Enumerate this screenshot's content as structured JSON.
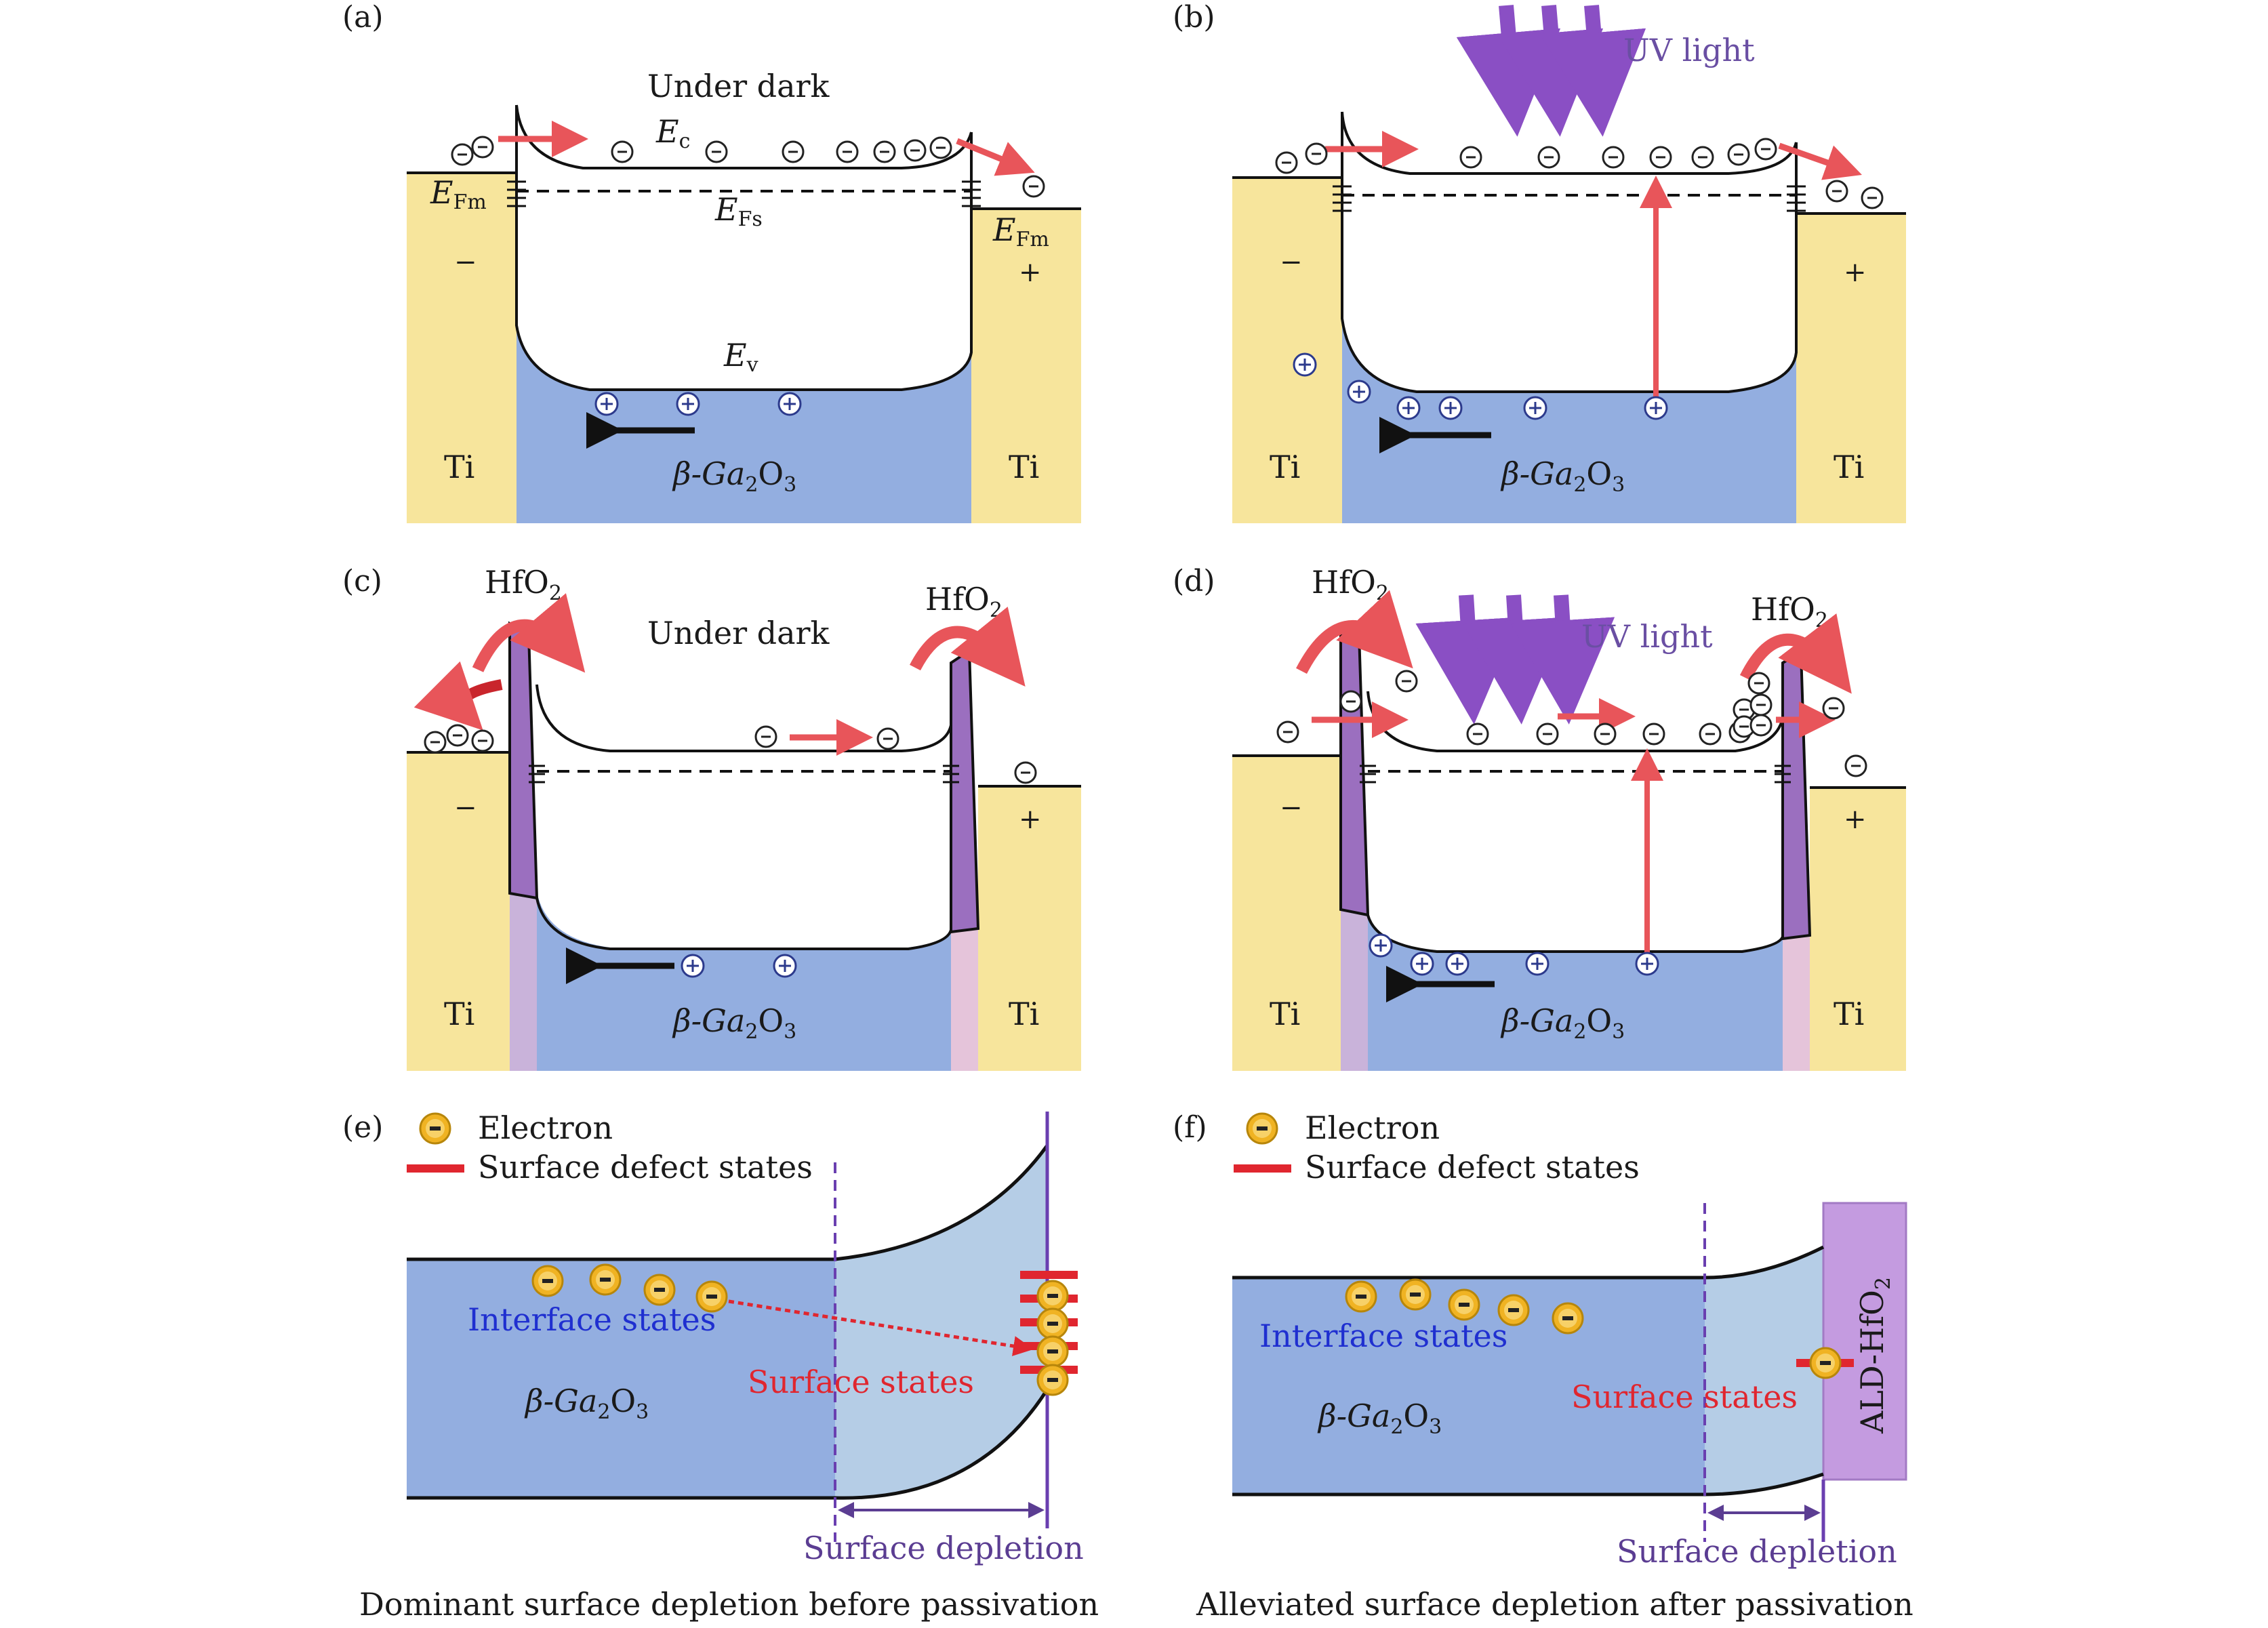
{
  "panels": {
    "a": {
      "tag": "(a)",
      "title": "Under dark",
      "ec": "E",
      "ec_sub": "c",
      "efs": "E",
      "efs_sub": "Fs",
      "efm": "E",
      "efm_sub": "Fm",
      "ev": "E",
      "ev_sub": "v",
      "metal_left": "Ti",
      "metal_right": "Ti",
      "semi": "β-Ga",
      "semi_sub1": "2",
      "semi_o": "O",
      "semi_sub2": "3",
      "minus": "−",
      "plus": "+"
    },
    "b": {
      "tag": "(b)",
      "uv": "UV light",
      "metal_left": "Ti",
      "metal_right": "Ti",
      "semi": "β-Ga",
      "semi_sub1": "2",
      "semi_o": "O",
      "semi_sub2": "3",
      "minus": "−",
      "plus": "+"
    },
    "c": {
      "tag": "(c)",
      "title": "Under dark",
      "oxide_left": "HfO",
      "oxide_left_sub": "2",
      "oxide_right": "HfO",
      "oxide_right_sub": "2",
      "metal_left": "Ti",
      "metal_right": "Ti",
      "semi": "β-Ga",
      "semi_sub1": "2",
      "semi_o": "O",
      "semi_sub2": "3",
      "minus": "−",
      "plus": "+"
    },
    "d": {
      "tag": "(d)",
      "uv": "UV light",
      "oxide_left": "HfO",
      "oxide_left_sub": "2",
      "oxide_right": "HfO",
      "oxide_right_sub": "2",
      "metal_left": "Ti",
      "metal_right": "Ti",
      "semi": "β-Ga",
      "semi_sub1": "2",
      "semi_o": "O",
      "semi_sub2": "3",
      "minus": "−",
      "plus": "+"
    },
    "e": {
      "tag": "(e)",
      "legend_electron": "Electron",
      "legend_defect": "Surface defect states",
      "interface": "Interface states",
      "surface": "Surface states",
      "semi": "β-Ga",
      "semi_sub1": "2",
      "semi_o": "O",
      "semi_sub2": "3",
      "depletion": "Surface depletion",
      "caption": "Dominant surface depletion before passivation"
    },
    "f": {
      "tag": "(f)",
      "legend_electron": "Electron",
      "legend_defect": "Surface defect states",
      "interface": "Interface states",
      "surface": "Surface states",
      "semi": "β-Ga",
      "semi_sub1": "2",
      "semi_o": "O",
      "semi_sub2": "3",
      "depletion": "Surface depletion",
      "ald": "ALD-HfO",
      "ald_sub": "2",
      "caption": "Alleviated surface depletion after passivation"
    }
  },
  "colors": {
    "metal": "#f7e59c",
    "semiconductor": "#93aee0",
    "depletion": "#b5cde6",
    "oxide": "#9b6fbf",
    "ald": "#c49be0",
    "arrow_red": "#e8555a",
    "uv_purple": "#8a4fc4",
    "electron": "#f0b323"
  }
}
